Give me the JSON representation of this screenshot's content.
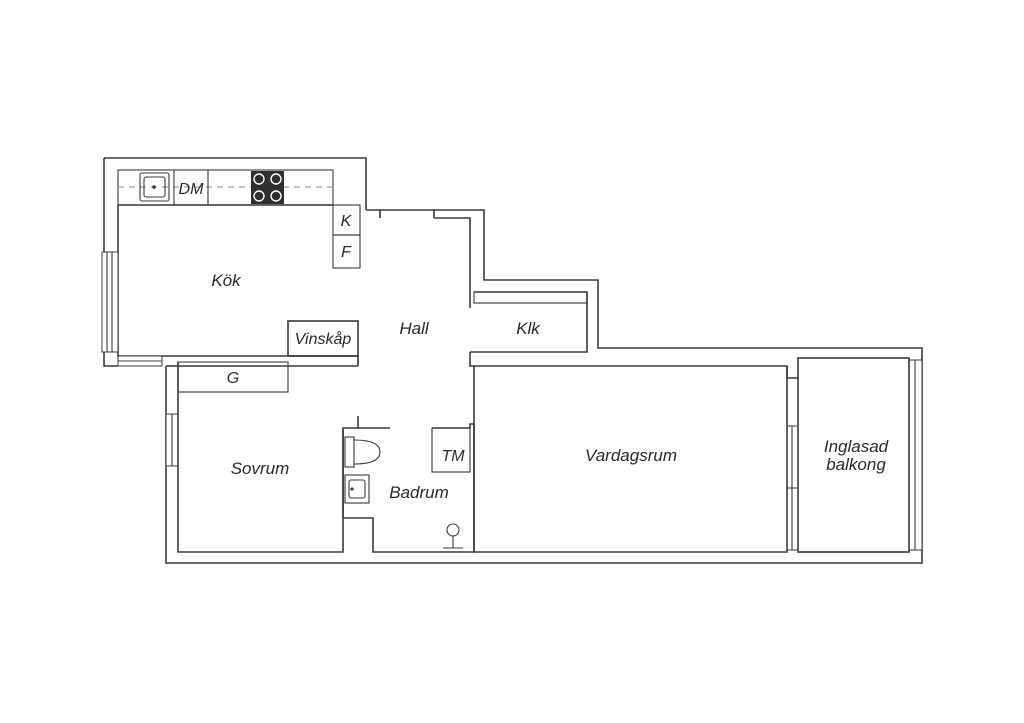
{
  "rooms": {
    "kok": "Kök",
    "hall": "Hall",
    "klk": "Klk",
    "sovrum": "Sovrum",
    "badrum": "Badrum",
    "vardagsrum": "Vardagsrum",
    "balkong_line1": "Inglasad",
    "balkong_line2": "balkong"
  },
  "fixtures": {
    "dishwasher": "DM",
    "freezer": "K",
    "fridge": "F",
    "wine_cabinet": "Vinskåp",
    "wardrobe": "G",
    "washing_machine": "TM"
  },
  "colors": {
    "walls": "#3a3a3a",
    "stove": "#2f2f2f",
    "background": "#ffffff"
  }
}
